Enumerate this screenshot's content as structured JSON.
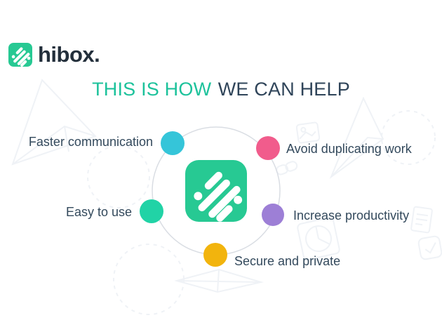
{
  "page": {
    "background": "#ffffff"
  },
  "brand": {
    "wordmark": "hibox.",
    "logo_color": "#27c993",
    "logo_mark": "hibox-diagonal-dashes"
  },
  "title": {
    "highlight": "THIS IS HOW",
    "rest": "WE CAN HELP",
    "highlight_color": "#1cc29b",
    "rest_color": "#2f4459"
  },
  "diagram": {
    "ring_color": "#d9dde3",
    "center_icon": "hibox-app-icon",
    "items": [
      {
        "label": "Faster communication",
        "dot_color": "#35c5d9"
      },
      {
        "label": "Avoid duplicating work",
        "dot_color": "#f15c8c"
      },
      {
        "label": "Easy to use",
        "dot_color": "#21d3a6"
      },
      {
        "label": "Increase productivity",
        "dot_color": "#9d7fd6"
      },
      {
        "label": "Secure and private",
        "dot_color": "#f2b40d"
      }
    ]
  }
}
